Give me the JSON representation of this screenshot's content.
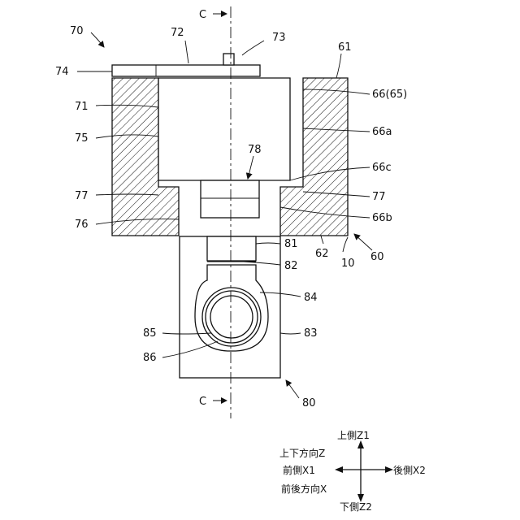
{
  "section": {
    "top": "C",
    "bottom": "C"
  },
  "labels": {
    "n70": "70",
    "n72": "72",
    "n73": "73",
    "n74": "74",
    "n61": "61",
    "n71": "71",
    "n66_65": "66(65)",
    "n75": "75",
    "n66a": "66a",
    "n78": "78",
    "n66c": "66c",
    "n77l": "77",
    "n77r": "77",
    "n76": "76",
    "n66b": "66b",
    "n81": "81",
    "n62": "62",
    "n10": "10",
    "n60": "60",
    "n82": "82",
    "n84": "84",
    "n85": "85",
    "n83": "83",
    "n86": "86",
    "n80": "80"
  },
  "legend": {
    "up": "上側Z1",
    "vertical_axis": "上下方向Z",
    "front": "前側X1",
    "back": "後側X2",
    "horizontal_axis": "前後方向X",
    "down": "下側Z2"
  }
}
